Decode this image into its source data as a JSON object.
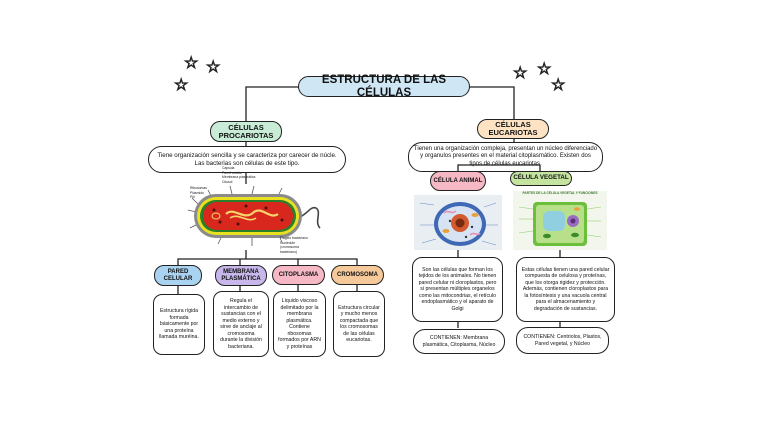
{
  "title": "ESTRUCTURA DE LAS CÉLULAS",
  "procariotas": {
    "heading": "CÉLULAS PROCARIOTAS",
    "description": "Tiene organización sencilla y se caracteriza por carecer de núcle. Las bacterias son células de este tipo.",
    "image_labels_left": [
      "Cápsula",
      "Pared celular",
      "Membrana plasmática",
      "Citosol",
      "Ribosomas",
      "Plásmido",
      "Pili"
    ],
    "image_labels_right": [
      "Flagelo bacteriano",
      "Nucleoide",
      "(cromosoma",
      "bacteriano)"
    ],
    "parts": [
      {
        "label": "PARED CELULAR",
        "color": "#a9d3f0",
        "text": "Estructura rígida formada básicamente por una proteína llamada muréina."
      },
      {
        "label": "MEMBRANA PLASMÁTICA",
        "color": "#c7b7ea",
        "text": "Regula el intercambio de sustancias con el medio externo y sirve de anclaje al cromosoma durante la división bacteriana."
      },
      {
        "label": "CITOPLASMA",
        "color": "#f5b8c4",
        "text": "Líquido viscoso delimitado por la membrana plasmática. Contiene ribosomas formados por ARN y proteínas"
      },
      {
        "label": "CROMOSOMA",
        "color": "#f6c99a",
        "text": "Estructura circular y mucho menos compactada que los cromosomas de las células eucariotas."
      }
    ]
  },
  "eucariotas": {
    "heading": "CÉLULAS EUCARIOTAS",
    "description": "Tienen una organización compleja, presentan un núcleo diferenciado y organulos presentes en el material citoplasmático. Existen dos tipos de células eucariotas.",
    "animal": {
      "label": "CÉLULA ANIMAL",
      "color": "#f5b8c4",
      "text": "Son las células que forman los tejidos de los animales. No tienen pared celular ni cloroplastos, pero si presentan múltiples organelos como las mitocondrias, el retículo endoplasmático y el aparato de Golgi",
      "contains": "CONTIENEN: Membrana plasmática, Citoplasma, Núcleo"
    },
    "vegetal": {
      "label": "CÉLULA VEGETAL",
      "color": "#c4e4a0",
      "image_title": "PARTES DE LA CÉLULA VEGETAL Y FUNCIONES",
      "text": "Estas células tienen una pared celular compuesta de celulosa y proteínas, que los otorga rigidez y protección. Además, contienen cloroplastos para la fotosíntesis y una vacuola central para el almacenamiento y degradación de sustancias.",
      "contains": "CONTIENEN: Centriolos, Plastos, Pared vegetal, y Núcleo"
    }
  },
  "colors": {
    "title_fill": "#cfe6f5",
    "procariotas_fill": "#c9ecd7",
    "eucariotas_fill": "#fde3c4"
  }
}
